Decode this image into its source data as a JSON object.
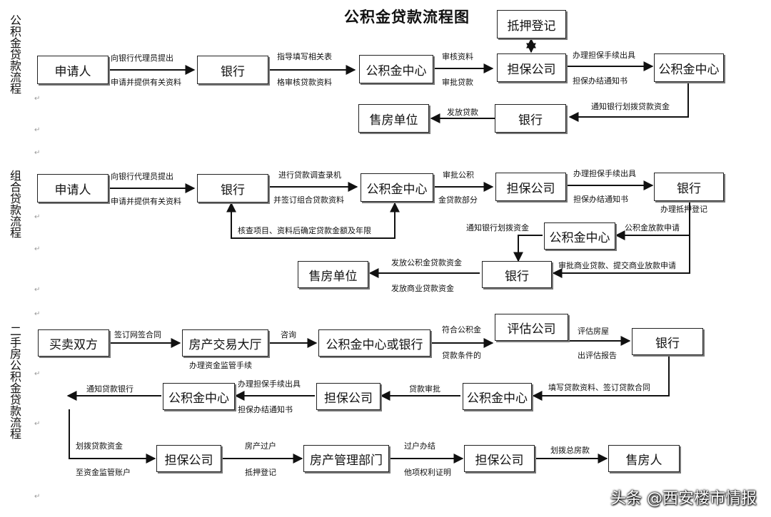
{
  "title": "公积金贷款流程图",
  "sections": {
    "s1_title": "公积金贷款流程",
    "s2_title": "组合贷款流程",
    "s3_title": "二手房公积金贷款流程"
  },
  "s1": {
    "applicant": "申请人",
    "bank": "银行",
    "fund_center": "公积金中心",
    "guarantee": "担保公司",
    "fund_center2": "公积金中心",
    "mortgage_reg": "抵押登记",
    "bank2": "银行",
    "seller": "售房单位",
    "l1a": "向银行代理员提出",
    "l1b": "申请并提供有关资料",
    "l2a": "指导填写相关表",
    "l2b": "格审核贷款资料",
    "l3a": "审核资料",
    "l3b": "审批贷款",
    "l4a": "办理担保手续出具",
    "l4b": "担保办结通知书",
    "l5": "通知银行划拨贷款资金",
    "l6": "发放贷款"
  },
  "s2": {
    "applicant": "申请人",
    "bank": "银行",
    "fund_center": "公积金中心",
    "guarantee": "担保公司",
    "bank2": "银行",
    "fund_center2": "公积金中心",
    "bank3": "银行",
    "seller": "售房单位",
    "l1a": "向银行代理员提出",
    "l1b": "申请并提供有关资料",
    "l2a": "进行贷款调查录机",
    "l2b": "并签订组合贷款资料",
    "l3a": "审批公积",
    "l3b": "金贷款部分",
    "l4a": "办理担保手续出具",
    "l4b": "担保办结通知书",
    "l5": "办理抵押登记",
    "l6": "核查项目、资料后确定贷款金额及年限",
    "l7": "公积金放款申请",
    "l8": "通知银行划拨资金",
    "l9": "审批商业贷款、提交商业放款申请",
    "l10a": "发放公积金贷款资金",
    "l10b": "发放商业贷款资金"
  },
  "s3": {
    "parties": "买卖双方",
    "hall": "房产交易大厅",
    "fund_or_bank": "公积金中心或银行",
    "appraisal": "评估公司",
    "bank": "银行",
    "fund_center": "公积金中心",
    "guarantee": "担保公司",
    "fund_center2": "公积金中心",
    "guarantee2": "担保公司",
    "housing_dept": "房产管理部门",
    "guarantee3": "担保公司",
    "seller": "售房人",
    "l1": "签订网签合同",
    "l2": "办理资金监管手续",
    "l3": "咨询",
    "l4a": "符合公积金",
    "l4b": "贷款条件的",
    "l5a": "评估房屋",
    "l5b": "出评估报告",
    "l6": "填写贷款资料、签订贷款合同",
    "l7": "贷款审批",
    "l8a": "办理担保手续出具",
    "l8b": "担保办结通知书",
    "l9": "通知贷款银行",
    "l10a": "划拨贷款资金",
    "l10b": "至资金监管账户",
    "l11a": "房产过户",
    "l11b": "抵押登记",
    "l12a": "过户办结",
    "l12b": "他项权利证明",
    "l13": "划拨总房款"
  },
  "watermark": "头条 @西安楼市情报"
}
